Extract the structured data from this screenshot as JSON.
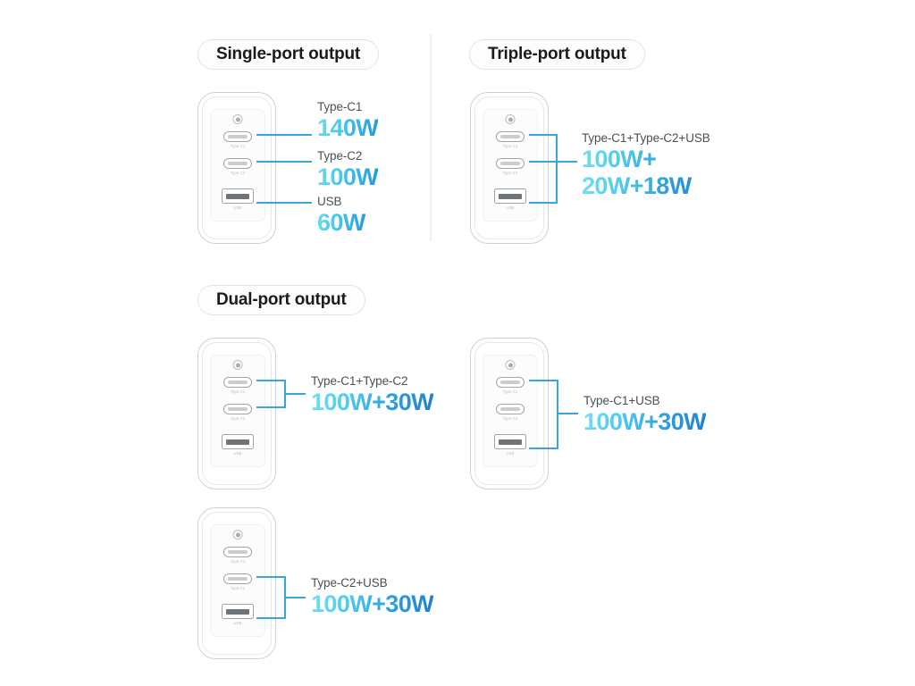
{
  "accent": {
    "line": "#3aa5d8",
    "text_light": "#6fdcf0",
    "text_dark": "#2196dd",
    "heading": "#1b1b1b",
    "subtitle": "#4a4f54"
  },
  "sections": [
    {
      "id": "single",
      "label": "Single-port output"
    },
    {
      "id": "triple",
      "label": "Triple-port output"
    },
    {
      "id": "dual",
      "label": "Dual-port output"
    }
  ],
  "device": {
    "logo_icon": "brand-badge-icon",
    "ports": [
      {
        "key": "c1",
        "type": "usb-c",
        "label": "Type-C1"
      },
      {
        "key": "c2",
        "type": "usb-c",
        "label": "Type-C2"
      },
      {
        "key": "usb",
        "type": "usb-a",
        "label": "USB"
      }
    ]
  },
  "cards": {
    "single": {
      "readouts": [
        {
          "title": "Type-C1",
          "watt": "140W"
        },
        {
          "title": "Type-C2",
          "watt": "100W"
        },
        {
          "title": "USB",
          "watt": "60W"
        }
      ]
    },
    "triple": {
      "title": "Type-C1+Type-C2+USB",
      "watt_line1": "100W+",
      "watt_line2": "20W+18W"
    },
    "dual_c1_c2": {
      "title": "Type-C1+Type-C2",
      "watt": "100W+30W"
    },
    "dual_c1_usb": {
      "title": "Type-C1+USB",
      "watt": "100W+30W"
    },
    "dual_c2_usb": {
      "title": "Type-C2+USB",
      "watt": "100W+30W"
    }
  }
}
